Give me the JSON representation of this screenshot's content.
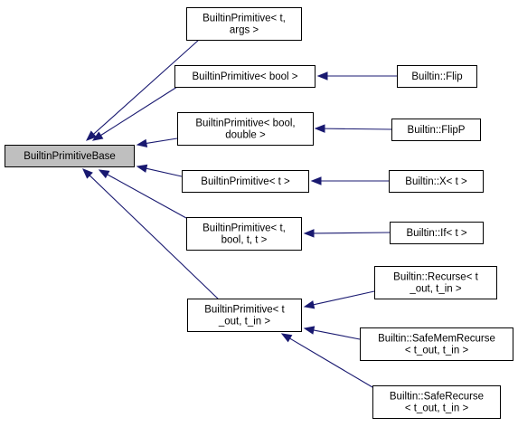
{
  "colors": {
    "edge": "#191970",
    "node_fill": "#ffffff",
    "root_fill": "#bfbfbf",
    "border": "#000000"
  },
  "nodes": [
    {
      "id": "base",
      "lines": [
        "BuiltinPrimitiveBase"
      ]
    },
    {
      "id": "p_targs",
      "lines": [
        "BuiltinPrimitive< t,",
        "args >"
      ]
    },
    {
      "id": "p_bool",
      "lines": [
        "BuiltinPrimitive< bool >"
      ]
    },
    {
      "id": "p_bdbl",
      "lines": [
        "BuiltinPrimitive< bool,",
        "double >"
      ]
    },
    {
      "id": "p_t",
      "lines": [
        "BuiltinPrimitive< t >"
      ]
    },
    {
      "id": "p_tbtt",
      "lines": [
        "BuiltinPrimitive< t,",
        "bool, t, t >"
      ]
    },
    {
      "id": "p_toti",
      "lines": [
        "BuiltinPrimitive< t",
        "_out, t_in >"
      ]
    },
    {
      "id": "flip",
      "lines": [
        "Builtin::Flip"
      ]
    },
    {
      "id": "flipp",
      "lines": [
        "Builtin::FlipP"
      ]
    },
    {
      "id": "x",
      "lines": [
        "Builtin::X< t >"
      ]
    },
    {
      "id": "if",
      "lines": [
        "Builtin::If< t >"
      ]
    },
    {
      "id": "recurse",
      "lines": [
        "Builtin::Recurse< t",
        "_out, t_in >"
      ]
    },
    {
      "id": "safemem",
      "lines": [
        "Builtin::SafeMemRecurse",
        "< t_out, t_in >"
      ]
    },
    {
      "id": "saferec",
      "lines": [
        "Builtin::SafeRecurse",
        "< t_out, t_in >"
      ]
    }
  ],
  "edges": [
    {
      "from": "p_targs",
      "to": "base"
    },
    {
      "from": "p_bool",
      "to": "base"
    },
    {
      "from": "p_bdbl",
      "to": "base"
    },
    {
      "from": "p_t",
      "to": "base"
    },
    {
      "from": "p_tbtt",
      "to": "base"
    },
    {
      "from": "p_toti",
      "to": "base"
    },
    {
      "from": "flip",
      "to": "p_bool"
    },
    {
      "from": "flipp",
      "to": "p_bdbl"
    },
    {
      "from": "x",
      "to": "p_t"
    },
    {
      "from": "if",
      "to": "p_tbtt"
    },
    {
      "from": "recurse",
      "to": "p_toti"
    },
    {
      "from": "safemem",
      "to": "p_toti"
    },
    {
      "from": "saferec",
      "to": "p_toti"
    }
  ]
}
